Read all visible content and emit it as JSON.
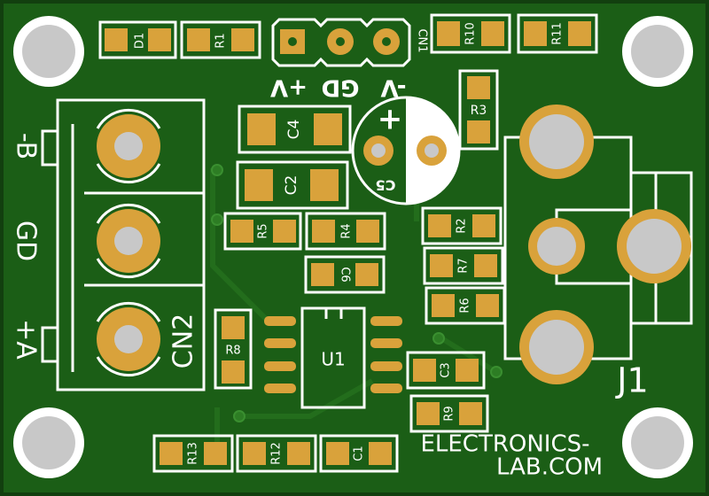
{
  "board": {
    "brand_line1": "ELECTRONICS-",
    "brand_line2": "LAB.COM",
    "colors": {
      "solder_mask": "#1b5e16",
      "solder_mask_light": "#2a7a1f",
      "copper_pad": "#d9a23b",
      "silkscreen": "#ffffff",
      "drill": "#c8c8c8",
      "background": "#ffffff"
    }
  },
  "components": {
    "d1": "D1",
    "r1": "R1",
    "cn1": "CN1",
    "r10": "R10",
    "r11": "R11",
    "r3": "R3",
    "c4": "C4",
    "c2": "C2",
    "c5": "C5",
    "r5": "R5",
    "r4": "R4",
    "r2": "R2",
    "c6": "C6",
    "r7": "R7",
    "r6": "R6",
    "r8": "R8",
    "u1": "U1",
    "c3": "C3",
    "r9": "R9",
    "r13": "R13",
    "r12": "R12",
    "c1": "C1",
    "cn2": "CN2",
    "j1": "J1"
  },
  "cn1_pins": {
    "pos": "+V",
    "gnd": "GD",
    "neg": "-V"
  },
  "cn2_pins": {
    "neg": "-B",
    "gnd": "GD",
    "pos": "+A"
  },
  "polarity_plus": "+"
}
